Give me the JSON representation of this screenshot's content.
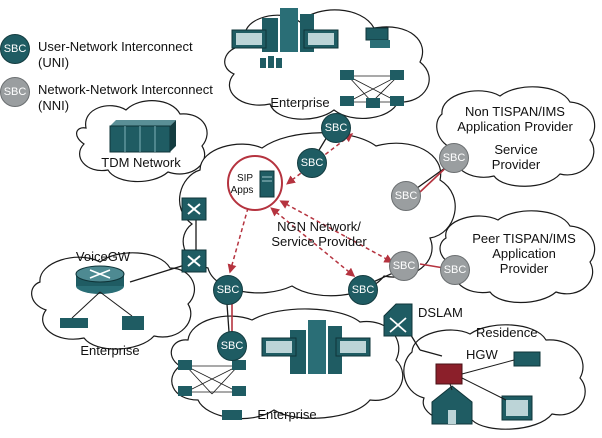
{
  "colors": {
    "uni": "#1f5c63",
    "nni": "#9a9ea0",
    "sip": "#b5333f",
    "device": "#1f5c63"
  },
  "legend": [
    {
      "badge": "SBC",
      "kind": "uni",
      "line1": "User-Network Interconnect",
      "line2": "(UNI)"
    },
    {
      "badge": "SBC",
      "kind": "nni",
      "line1": "Network-Network Interconnect",
      "line2": "(NNI)"
    }
  ],
  "clouds": {
    "enterprise_top": "Enterprise",
    "tdm": "TDM Network",
    "non_tispan_line1": "Non TISPAN/IMS",
    "non_tispan_line2": "Application Provider",
    "service_provider_line1": "Service",
    "service_provider_line2": "Provider",
    "ngn_line1": "NGN Network/",
    "ngn_line2": "Service Provider",
    "peer_line1": "Peer TISPAN/IMS",
    "peer_line2": "Application",
    "peer_line3": "Provider",
    "voicegw": "VoiceGW",
    "enterprise_left": "Enterprise",
    "enterprise_bottom": "Enterprise",
    "dslam": "DSLAM",
    "residence": "Residence",
    "hgw": "HGW"
  },
  "sip_apps_line1": "SIP",
  "sip_apps_line2": "Apps",
  "badge_text": "SBC",
  "icons": [
    "router-icon",
    "server-rack-icon",
    "phone-icon",
    "display-icon",
    "house-icon"
  ]
}
